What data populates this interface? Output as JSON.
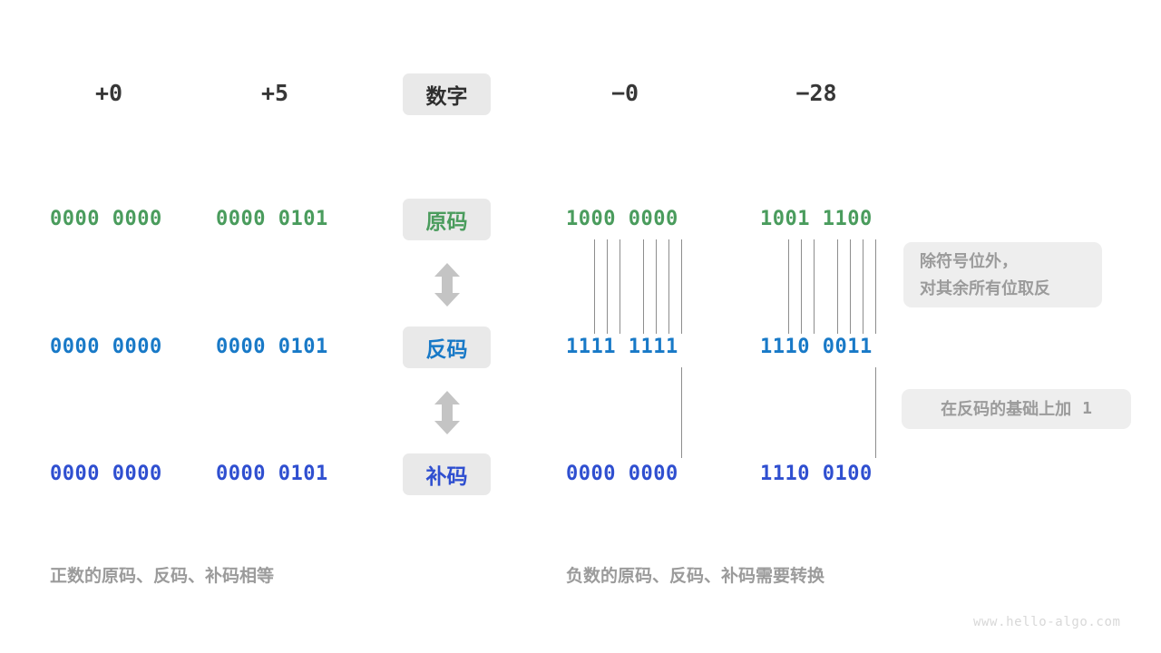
{
  "watermark": "www.hello-algo.com",
  "colors": {
    "green": "#4a9c5d",
    "blue": "#1879c7",
    "indigo": "#2f4fd0",
    "gray_text": "#9b9b9b",
    "badge_bg": "#e9e9e9",
    "note_bg": "#eeeeee",
    "line": "#8d8d8d",
    "arrow": "#c4c4c4",
    "background": "#ffffff"
  },
  "row_labels": [
    {
      "text": "数字",
      "color": "dark"
    },
    {
      "text": "原码",
      "color": "green"
    },
    {
      "text": "反码",
      "color": "blue"
    },
    {
      "text": "补码",
      "color": "indigo"
    }
  ],
  "columns": [
    {
      "header": "+0",
      "side": "positive"
    },
    {
      "header": "+5",
      "side": "positive"
    },
    {
      "header": "−0",
      "side": "negative"
    },
    {
      "header": "−28",
      "side": "negative"
    }
  ],
  "rows": {
    "true_form": {
      "label": "原码",
      "values": [
        "0000 0000",
        "0000 0101",
        "1000 0000",
        "1001 1100"
      ]
    },
    "ones_complement": {
      "label": "反码",
      "values": [
        "0000 0000",
        "0000 0101",
        "1111 1111",
        "1110 0011"
      ]
    },
    "twos_complement": {
      "label": "补码",
      "values": [
        "0000 0000",
        "0000 0101",
        "0000 0000",
        "1110 0100"
      ]
    }
  },
  "notes": {
    "invert": {
      "line1": "除符号位外，",
      "line2": "对其余所有位取反"
    },
    "add_one": {
      "prefix": "在反码的基础上加",
      "value": "1"
    }
  },
  "captions": {
    "left": "正数的原码、反码、补码相等",
    "right": "负数的原码、反码、补码需要转换"
  },
  "arrows": {
    "top": "double-arrow-vertical",
    "bottom": "double-arrow-vertical"
  }
}
